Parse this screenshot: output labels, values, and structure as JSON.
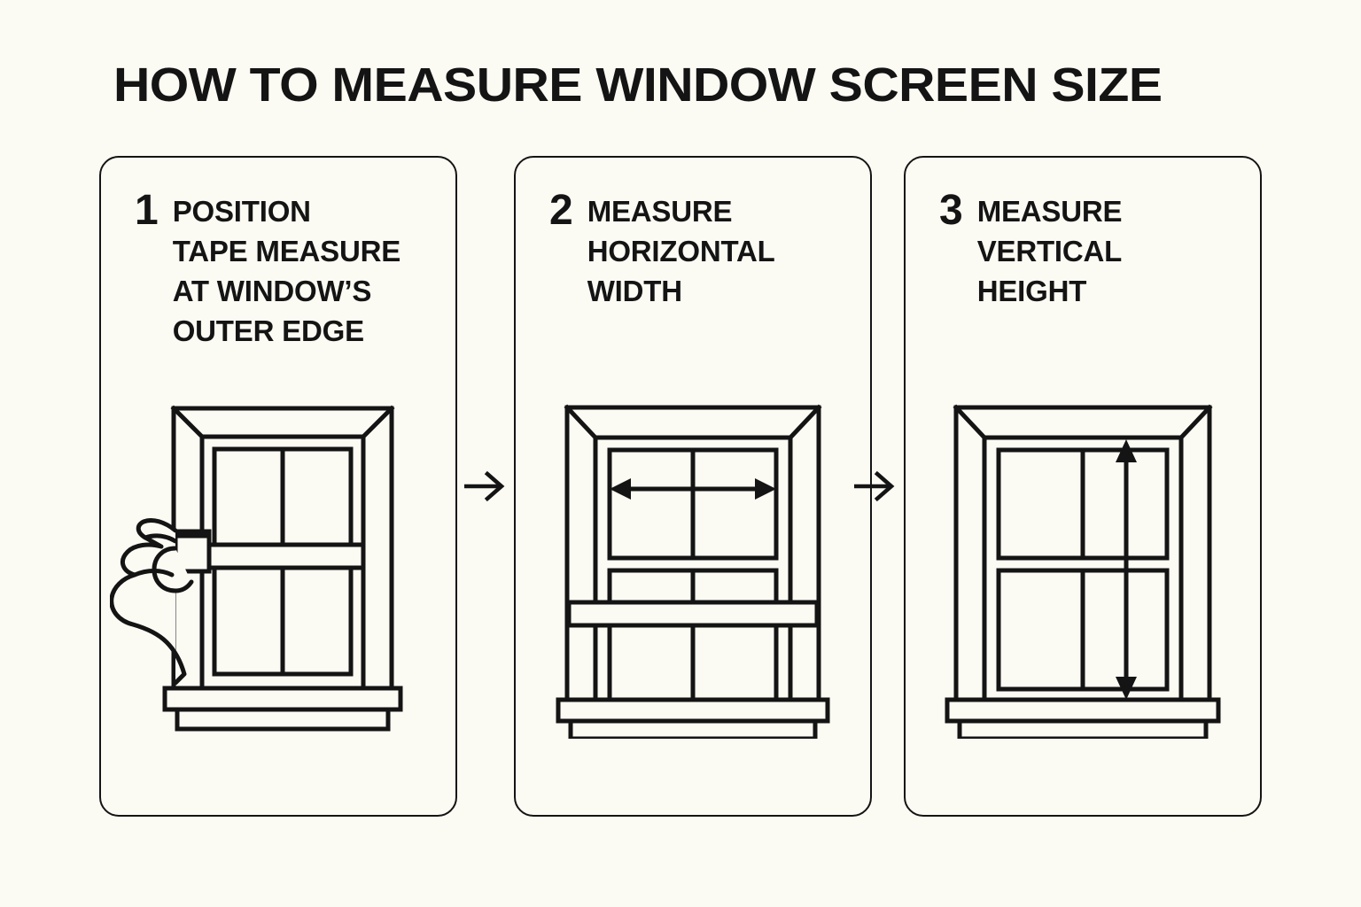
{
  "page": {
    "title": "HOW TO MEASURE WINDOW SCREEN SIZE",
    "background_color": "#fbfaf3",
    "ink_color": "#141414"
  },
  "steps": [
    {
      "number": "1",
      "title_lines": [
        "POSITION",
        "TAPE MEASURE",
        "AT WINDOW’S",
        "OUTER EDGE"
      ],
      "illustration": "window-with-hand-holding-tape-measure"
    },
    {
      "number": "2",
      "title_lines": [
        "MEASURE",
        "HORIZONTAL",
        "WIDTH"
      ],
      "illustration": "window-with-horizontal-double-arrow"
    },
    {
      "number": "3",
      "title_lines": [
        "MEASURE",
        "VERTICAL",
        "HEIGHT"
      ],
      "illustration": "window-with-vertical-double-arrow"
    }
  ],
  "connectors": [
    {
      "icon": "arrow-right-icon"
    },
    {
      "icon": "arrow-right-icon"
    }
  ]
}
